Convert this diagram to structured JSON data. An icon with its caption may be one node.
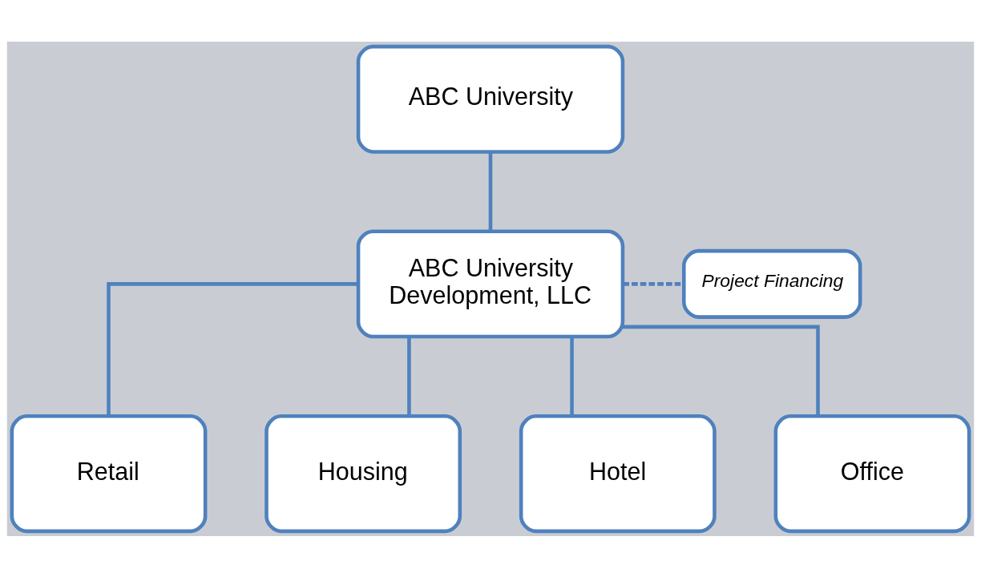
{
  "diagram": {
    "nodes": [
      {
        "text": [
          "ABC University"
        ]
      },
      {
        "text": [
          "ABC University Development, LLC"
        ]
      },
      {
        "text": [
          "Project Financing"
        ]
      },
      {
        "text": [
          "Retail"
        ]
      },
      {
        "text": [
          "Housing"
        ]
      },
      {
        "text": [
          "Hotel"
        ]
      },
      {
        "text": [
          "Office"
        ]
      }
    ],
    "edges": [
      {
        "from": 0,
        "to": 1,
        "arrow": "none"
      },
      {
        "from": 1,
        "to": 2,
        "arrow": "none",
        "style": "dashed"
      },
      {
        "from": 1,
        "to": 3,
        "arrow": "none"
      },
      {
        "from": 1,
        "to": 4,
        "arrow": "none"
      },
      {
        "from": 1,
        "to": 5,
        "arrow": "none"
      },
      {
        "from": 1,
        "to": 6,
        "arrow": "none"
      }
    ]
  }
}
